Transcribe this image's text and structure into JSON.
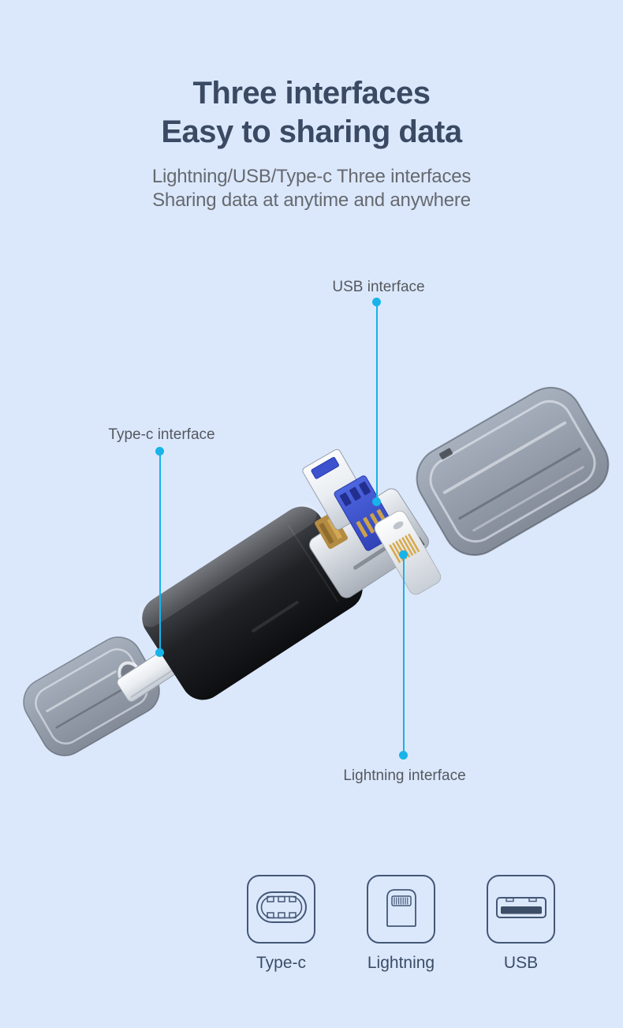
{
  "page": {
    "background_color": "#dbe8fc"
  },
  "header": {
    "title_lines": [
      "Three interfaces",
      "Easy to sharing data"
    ],
    "subtitle_lines": [
      "Lightning/USB/Type-c Three interfaces",
      "Sharing data at anytime and anywhere"
    ]
  },
  "callouts": {
    "usb": {
      "label": "USB interface"
    },
    "type_c": {
      "label": "Type-c interface"
    },
    "lightning": {
      "label": "Lightning interface"
    }
  },
  "legend": {
    "items": [
      {
        "id": "type-c",
        "label": "Type-c",
        "icon": "type-c-port-icon"
      },
      {
        "id": "lightning",
        "label": "Lightning",
        "icon": "lightning-connector-icon"
      },
      {
        "id": "usb",
        "label": "USB",
        "icon": "usb-port-icon"
      }
    ]
  },
  "colors": {
    "background": "#dbe8fc",
    "title_text": "#3b4a63",
    "subtitle_text": "#66696f",
    "callout_accent": "#18b3e9",
    "callout_label_text": "#55585e",
    "legend_outline": "#445776",
    "legend_label_text": "#3b4c66",
    "drive_body_black": "#1a1c20",
    "usb_plug_blue": "#3c52cf",
    "contact_gold": "#cba24b",
    "connector_silver": "#d9dee4",
    "cap_smoke_gray": "#7d838d"
  }
}
